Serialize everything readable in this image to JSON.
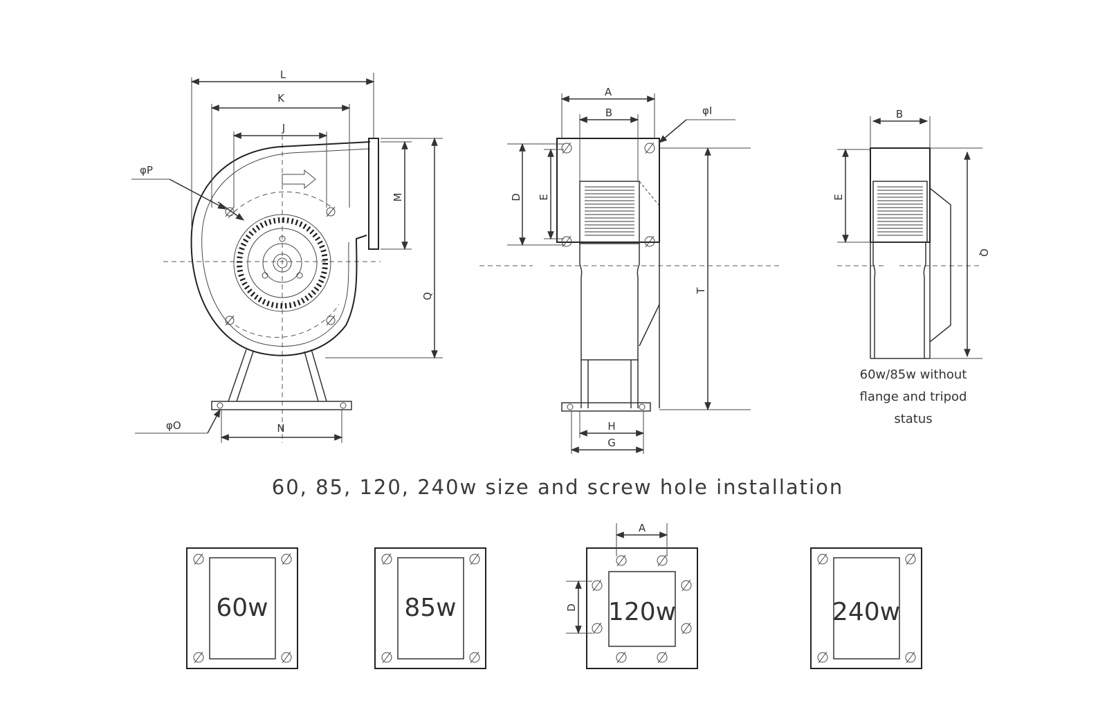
{
  "front_view": {
    "labels": {
      "L": "L",
      "K": "K",
      "J": "J",
      "M": "M",
      "Q": "Q",
      "N": "N",
      "P": "φP",
      "O": "φO"
    }
  },
  "side_view": {
    "labels": {
      "A": "A",
      "B": "B",
      "I": "φI",
      "D": "D",
      "E": "E",
      "T": "T",
      "H": "H",
      "G": "G"
    }
  },
  "alt_view": {
    "labels": {
      "B": "B",
      "E": "E",
      "Q": "Q"
    },
    "note_lines": [
      "60w/85w without",
      "flange and tripod",
      "status"
    ]
  },
  "caption": "60, 85, 120, 240w size and screw hole installation",
  "flanges": {
    "f60": {
      "label": "60w"
    },
    "f85": {
      "label": "85w"
    },
    "f120": {
      "label": "120w",
      "dim_A": "A",
      "dim_D": "D"
    },
    "f240": {
      "label": "240w"
    }
  }
}
